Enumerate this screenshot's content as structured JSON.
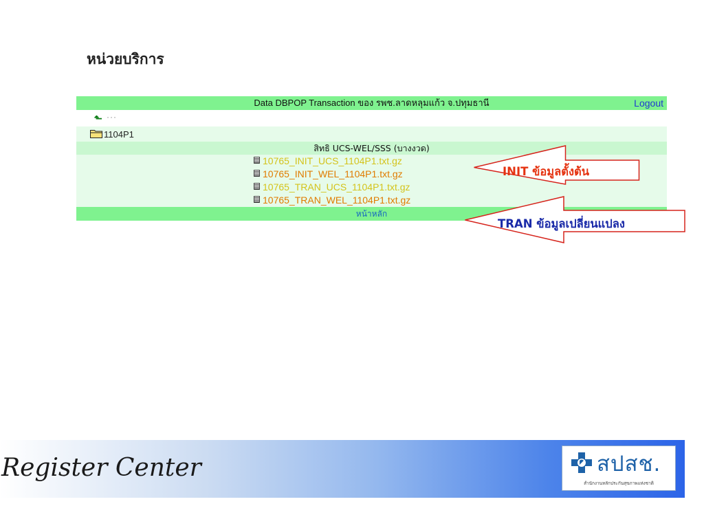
{
  "page": {
    "heading": "หน่วยบริการ"
  },
  "panel": {
    "header": {
      "title": "Data DBPOP Transaction ของ รพช.ลาดหลุมแก้ว จ.ปทุมธานี",
      "logout_label": "Logout"
    },
    "up": {
      "icon": "up-arrow-icon",
      "label": "···"
    },
    "folder": {
      "icon": "folder-icon",
      "name": "1104P1"
    },
    "section_title": "สิทธิ UCS-WEL/SSS (บางงวด)",
    "files": [
      {
        "name": "10765_INIT_UCS_1104P1.txt.gz",
        "color": "#d4c31a"
      },
      {
        "name": "10765_INIT_WEL_1104P1.txt.gz",
        "color": "#e07b00"
      },
      {
        "name": "10765_TRAN_UCS_1104P1.txt.gz",
        "color": "#d4c31a"
      },
      {
        "name": "10765_TRAN_WEL_1104P1.txt.gz",
        "color": "#e07b00"
      }
    ],
    "home_label": "หน้าหลัก"
  },
  "callouts": {
    "init": {
      "keyword": "INIT",
      "text": " ข้อมูลตั้งต้น",
      "keyword_color": "#e53311",
      "text_color": "#e53311"
    },
    "tran": {
      "keyword": "TRAN",
      "text": " ข้อมูลเปลี่ยนแปลง",
      "keyword_color": "#1a2aa8",
      "text_color": "#1a2aa8"
    }
  },
  "banner": {
    "title": "Register Center",
    "logo": {
      "abbr": "สปสช.",
      "subtitle": "สำนักงานหลักประกันสุขภาพแห่งชาติ"
    }
  },
  "colors": {
    "header_bg": "#7ff28f",
    "row_bg": "#e6fbea",
    "subheader_bg": "#c9f7d0",
    "callout_border": "#d6231b"
  }
}
